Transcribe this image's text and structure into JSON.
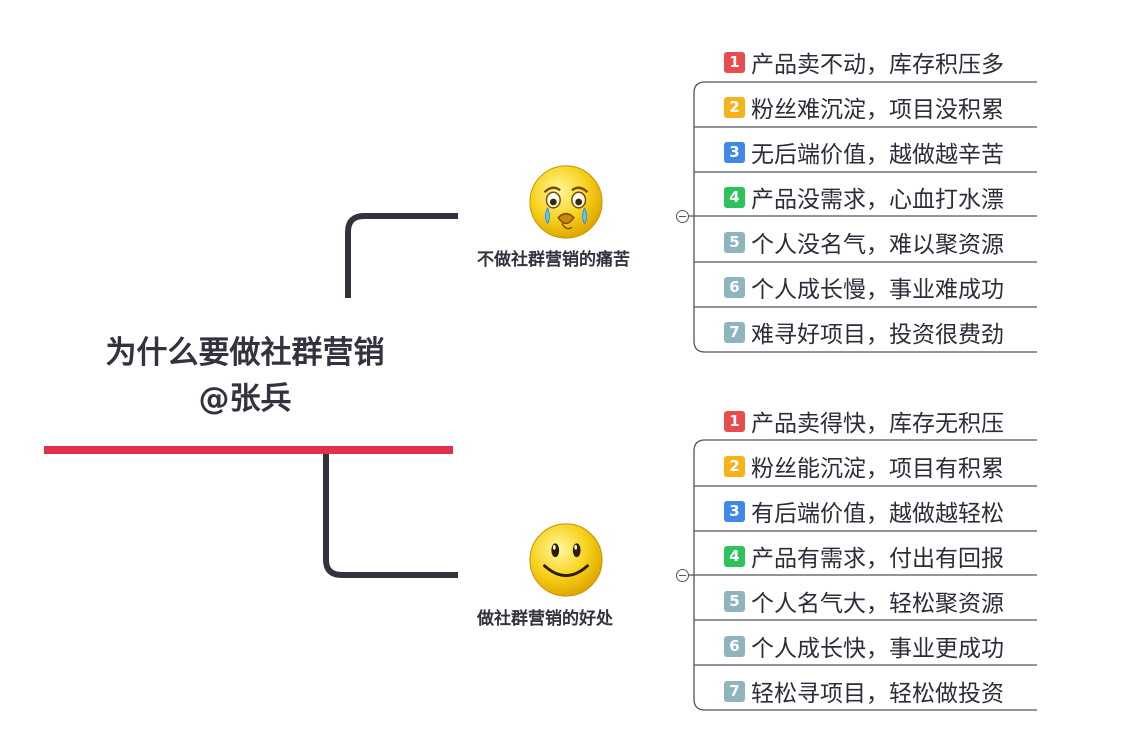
{
  "central_topic": {
    "line1": "为什么要做社群营销",
    "line2": "@张兵",
    "underline_color": "#e0304a"
  },
  "branches": [
    {
      "label": "不做社群营销的痛苦",
      "icon": "crying-face-icon",
      "items": [
        {
          "num": "1",
          "text": "产品卖不动，库存积压多"
        },
        {
          "num": "2",
          "text": "粉丝难沉淀，项目没积累"
        },
        {
          "num": "3",
          "text": "无后端价值，越做越辛苦"
        },
        {
          "num": "4",
          "text": "产品没需求，心血打水漂"
        },
        {
          "num": "5",
          "text": "个人没名气，难以聚资源"
        },
        {
          "num": "6",
          "text": "个人成长慢，事业难成功"
        },
        {
          "num": "7",
          "text": "难寻好项目，投资很费劲"
        }
      ]
    },
    {
      "label": "做社群营销的好处",
      "icon": "smiley-face-icon",
      "items": [
        {
          "num": "1",
          "text": "产品卖得快，库存无积压"
        },
        {
          "num": "2",
          "text": "粉丝能沉淀，项目有积累"
        },
        {
          "num": "3",
          "text": "有后端价值，越做越轻松"
        },
        {
          "num": "4",
          "text": "产品有需求，付出有回报"
        },
        {
          "num": "5",
          "text": "个人名气大，轻松聚资源"
        },
        {
          "num": "6",
          "text": "个人成长快，事业更成功"
        },
        {
          "num": "7",
          "text": "轻松寻项目，轻松做投资"
        }
      ]
    }
  ],
  "badge_colors": [
    "#e84c4c",
    "#f6b21b",
    "#3f88e8",
    "#2ec25a",
    "#8fb4bd",
    "#8fb4bd",
    "#8fb4bd"
  ],
  "line_color": "#33333f"
}
